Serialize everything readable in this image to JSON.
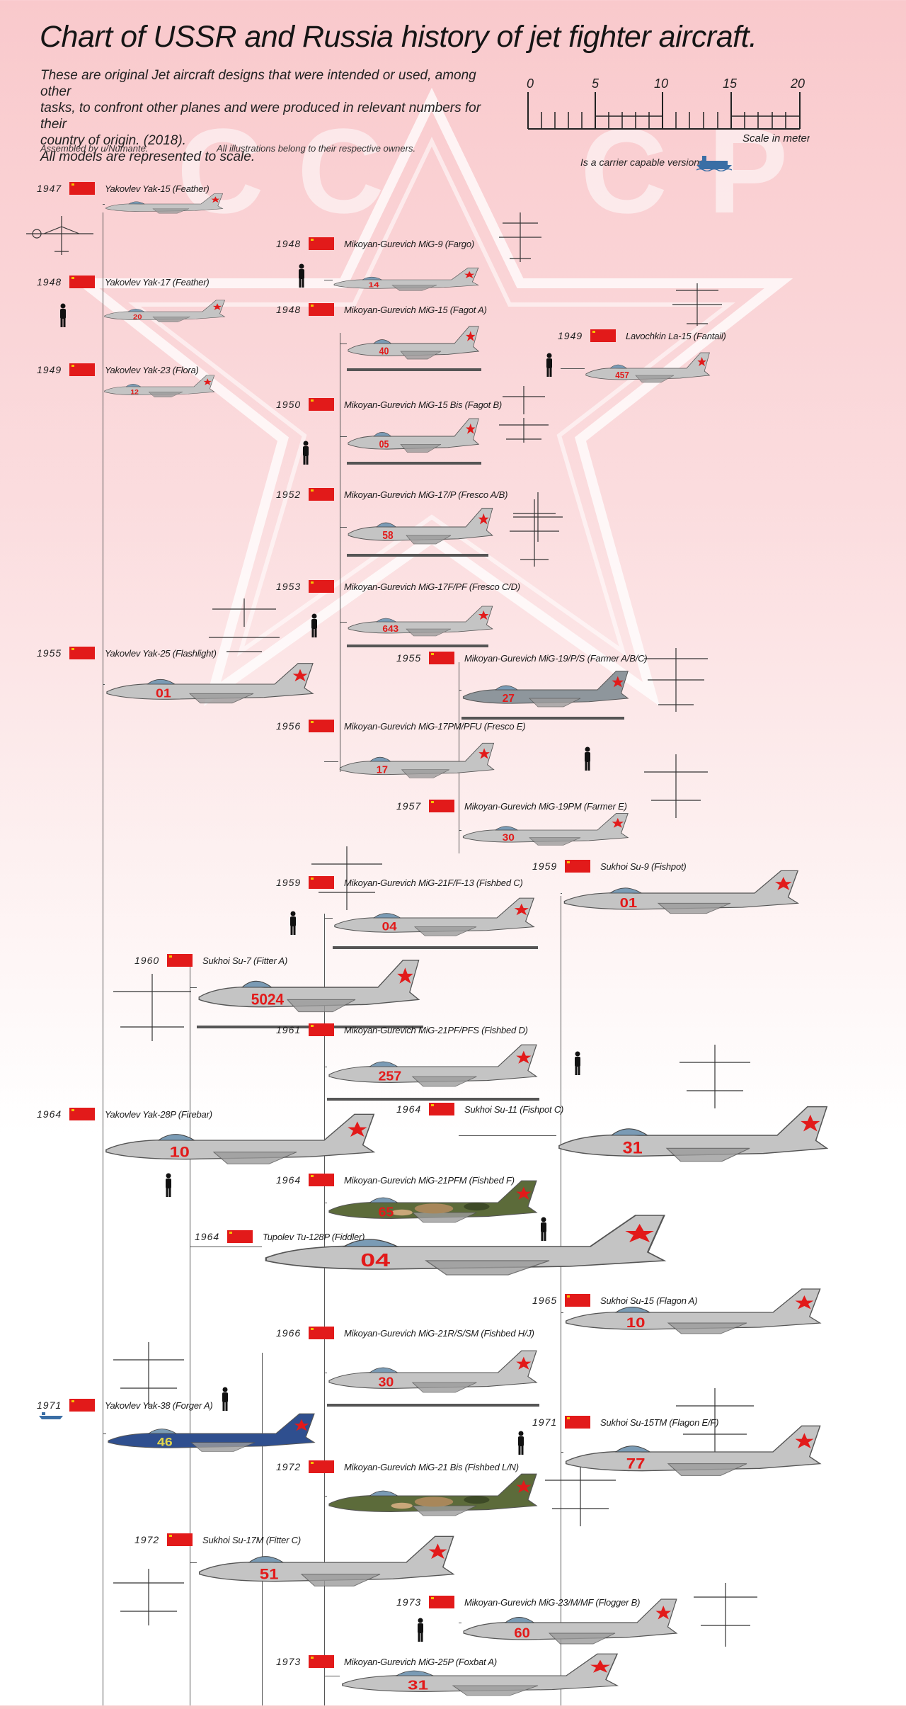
{
  "header": {
    "title": "Chart of USSR and Russia history of jet fighter aircraft.",
    "description": [
      "These are original Jet aircraft designs that were intended or used, among other",
      "tasks, to confront other planes and were produced in relevant numbers for their",
      "country of origin. (2018).",
      "All models are represented to scale."
    ],
    "assembled_by": "Assembled by u/Numante.",
    "rights": "All illustrations belong to their respective owners."
  },
  "background_letters": [
    "C",
    "C",
    "C",
    "P"
  ],
  "scale": {
    "ticks": [
      "0",
      "5",
      "10",
      "15",
      "20"
    ],
    "label": "Scale in meters"
  },
  "carrier_note": "Is a carrier capable version:",
  "aircraft": [
    {
      "year": "1947",
      "name": "Yakovlev Yak-15 (Feather)",
      "number": "",
      "paint": "silver"
    },
    {
      "year": "1948",
      "name": "Mikoyan-Gurevich MiG-9 (Fargo)",
      "number": "14",
      "paint": "silver"
    },
    {
      "year": "1948",
      "name": "Yakovlev Yak-17 (Feather)",
      "number": "20",
      "paint": "silver"
    },
    {
      "year": "1948",
      "name": "Mikoyan-Gurevich MiG-15 (Fagot A)",
      "number": "40",
      "paint": "silver"
    },
    {
      "year": "1949",
      "name": "Lavochkin La-15 (Fantail)",
      "number": "457",
      "paint": "silver"
    },
    {
      "year": "1949",
      "name": "Yakovlev Yak-23 (Flora)",
      "number": "12",
      "paint": "silver"
    },
    {
      "year": "1950",
      "name": "Mikoyan-Gurevich MiG-15 Bis (Fagot B)",
      "number": "05",
      "paint": "silver"
    },
    {
      "year": "1952",
      "name": "Mikoyan-Gurevich MiG-17/P (Fresco A/B)",
      "number": "58",
      "paint": "silver"
    },
    {
      "year": "1953",
      "name": "Mikoyan-Gurevich MiG-17F/PF (Fresco C/D)",
      "number": "643",
      "paint": "silver"
    },
    {
      "year": "1955",
      "name": "Yakovlev Yak-25 (Flashlight)",
      "number": "01",
      "paint": "silver"
    },
    {
      "year": "1955",
      "name": "Mikoyan-Gurevich MiG-19/P/S (Farmer A/B/C)",
      "number": "27",
      "paint": "grey"
    },
    {
      "year": "1956",
      "name": "Mikoyan-Gurevich MiG-17PM/PFU (Fresco E)",
      "number": "17",
      "paint": "silver"
    },
    {
      "year": "1957",
      "name": "Mikoyan-Gurevich MiG-19PM (Farmer E)",
      "number": "30",
      "paint": "silver"
    },
    {
      "year": "1959",
      "name": "Mikoyan-Gurevich MiG-21F/F-13 (Fishbed C)",
      "number": "04",
      "paint": "silver"
    },
    {
      "year": "1959",
      "name": "Sukhoi Su-9 (Fishpot)",
      "number": "01",
      "paint": "silver"
    },
    {
      "year": "1960",
      "name": "Sukhoi Su-7 (Fitter A)",
      "number": "5024",
      "paint": "silver"
    },
    {
      "year": "1961",
      "name": "Mikoyan-Gurevich MiG-21PF/PFS (Fishbed D)",
      "number": "257",
      "paint": "silver"
    },
    {
      "year": "1964",
      "name": "Yakovlev Yak-28P (Firebar)",
      "number": "10",
      "paint": "silver"
    },
    {
      "year": "1964",
      "name": "Sukhoi Su-11 (Fishpot C)",
      "number": "31",
      "paint": "silver"
    },
    {
      "year": "1964",
      "name": "Mikoyan-Gurevich MiG-21PFM (Fishbed F)",
      "number": "65",
      "paint": "camo"
    },
    {
      "year": "1964",
      "name": "Tupolev Tu-128P (Fiddler)",
      "number": "04",
      "paint": "silver"
    },
    {
      "year": "1965",
      "name": "Sukhoi Su-15 (Flagon A)",
      "number": "10",
      "paint": "silver"
    },
    {
      "year": "1966",
      "name": "Mikoyan-Gurevich MiG-21R/S/SM (Fishbed H/J)",
      "number": "30",
      "paint": "silver"
    },
    {
      "year": "1971",
      "name": "Yakovlev Yak-38 (Forger A)",
      "number": "46",
      "paint": "blue",
      "carrier": true
    },
    {
      "year": "1971",
      "name": "Sukhoi Su-15TM (Flagon E/F)",
      "number": "77",
      "paint": "silver"
    },
    {
      "year": "1972",
      "name": "Mikoyan-Gurevich MiG-21 Bis (Fishbed L/N)",
      "number": "",
      "paint": "camo"
    },
    {
      "year": "1972",
      "name": "Sukhoi Su-17M (Fitter C)",
      "number": "51",
      "paint": "silver"
    },
    {
      "year": "1973",
      "name": "Mikoyan-Gurevich MiG-23/M/MF (Flogger B)",
      "number": "60",
      "paint": "silver"
    },
    {
      "year": "1973",
      "name": "Mikoyan-Gurevich MiG-25P (Foxbat A)",
      "number": "31",
      "paint": "silver"
    }
  ],
  "colors": {
    "flag": "#e21a1a",
    "star": "#e21a1a",
    "background_top": "#f9c9cc",
    "silver": "#c4c4c4",
    "camo": "#5c6b3a",
    "blue": "#2f4f8f"
  }
}
